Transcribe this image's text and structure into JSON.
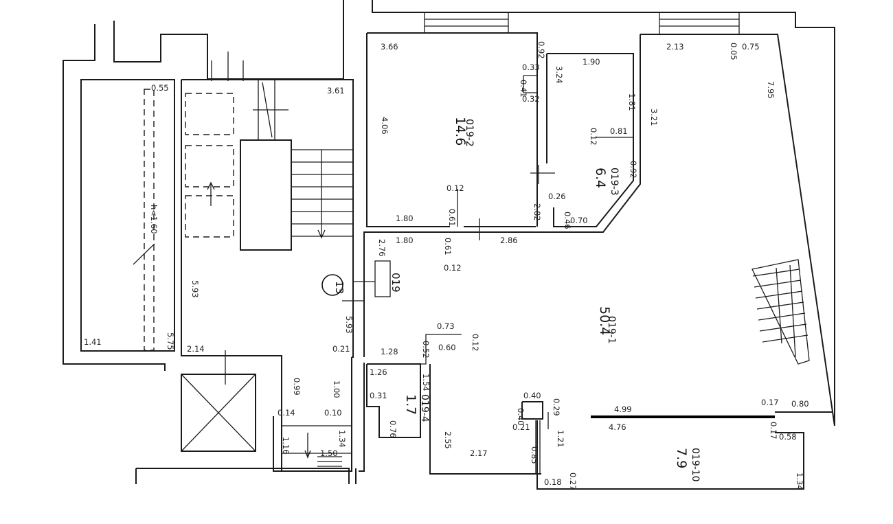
{
  "diagram": {
    "building_label": "13",
    "apartment_label": "019",
    "stair_note": "h<1.60",
    "rooms": [
      {
        "id": "019-1",
        "area": "50.4"
      },
      {
        "id": "019-2",
        "area": "14.6"
      },
      {
        "id": "019-3",
        "area": "6.4"
      },
      {
        "id": "019-4",
        "area": "1.7"
      },
      {
        "id": "019-10",
        "area": "7.9"
      }
    ],
    "dimensions": {
      "d_3_66": "3.66",
      "d_0_92a": "0.92",
      "d_0_33": "0.33",
      "d_0_41": "0.41",
      "d_0_32": "0.32",
      "d_3_24": "3.24",
      "d_1_90": "1.90",
      "d_1_81": "1.81",
      "d_0_12a": "0.12",
      "d_0_81": "0.81",
      "d_0_92b": "0.92",
      "d_3_21": "3.21",
      "d_2_13": "2.13",
      "d_0_05": "0.05",
      "d_0_75": "0.75",
      "d_7_95": "7.95",
      "d_4_06": "4.06",
      "d_0_12b": "0.12",
      "d_0_61a": "0.61",
      "d_1_80a": "1.80",
      "d_2_82": "2.82",
      "d_0_26": "0.26",
      "d_0_46": "0.46",
      "d_0_70": "0.70",
      "d_1_80b": "1.80",
      "d_0_61b": "0.61",
      "d_2_86": "2.86",
      "d_0_12c": "0.12",
      "d_2_76": "2.76",
      "d_3_61": "3.61",
      "d_0_55": "0.55",
      "d_5_93a": "5.93",
      "d_5_93b": "5.93",
      "d_5_75": "5.75",
      "d_1_41": "1.41",
      "d_2_14": "2.14",
      "d_0_99": "0.99",
      "d_1_00": "1.00",
      "d_0_21a": "0.21",
      "d_0_14": "0.14",
      "d_0_10": "0.10",
      "d_1_34a": "1.34",
      "d_1_16": "1.16",
      "d_1_50": "1.50",
      "d_0_73": "0.73",
      "d_0_12d": "0.12",
      "d_0_60": "0.60",
      "d_0_52": "0.52",
      "d_1_28": "1.28",
      "d_1_26": "1.26",
      "d_1_54": "1.54",
      "d_0_31": "0.31",
      "d_0_76": "0.76",
      "d_2_55": "2.55",
      "d_2_17": "2.17",
      "d_0_40a": "0.40",
      "d_0_29": "0.29",
      "d_0_40b": "0.40",
      "d_0_21b": "0.21",
      "d_0_85": "0.85",
      "d_1_21": "1.21",
      "d_4_99": "4.99",
      "d_4_76": "4.76",
      "d_0_17a": "0.17",
      "d_0_80": "0.80",
      "d_0_17b": "0.17",
      "d_0_58": "0.58",
      "d_0_18": "0.18",
      "d_0_27": "0.27",
      "d_1_34b": "1.34"
    }
  }
}
